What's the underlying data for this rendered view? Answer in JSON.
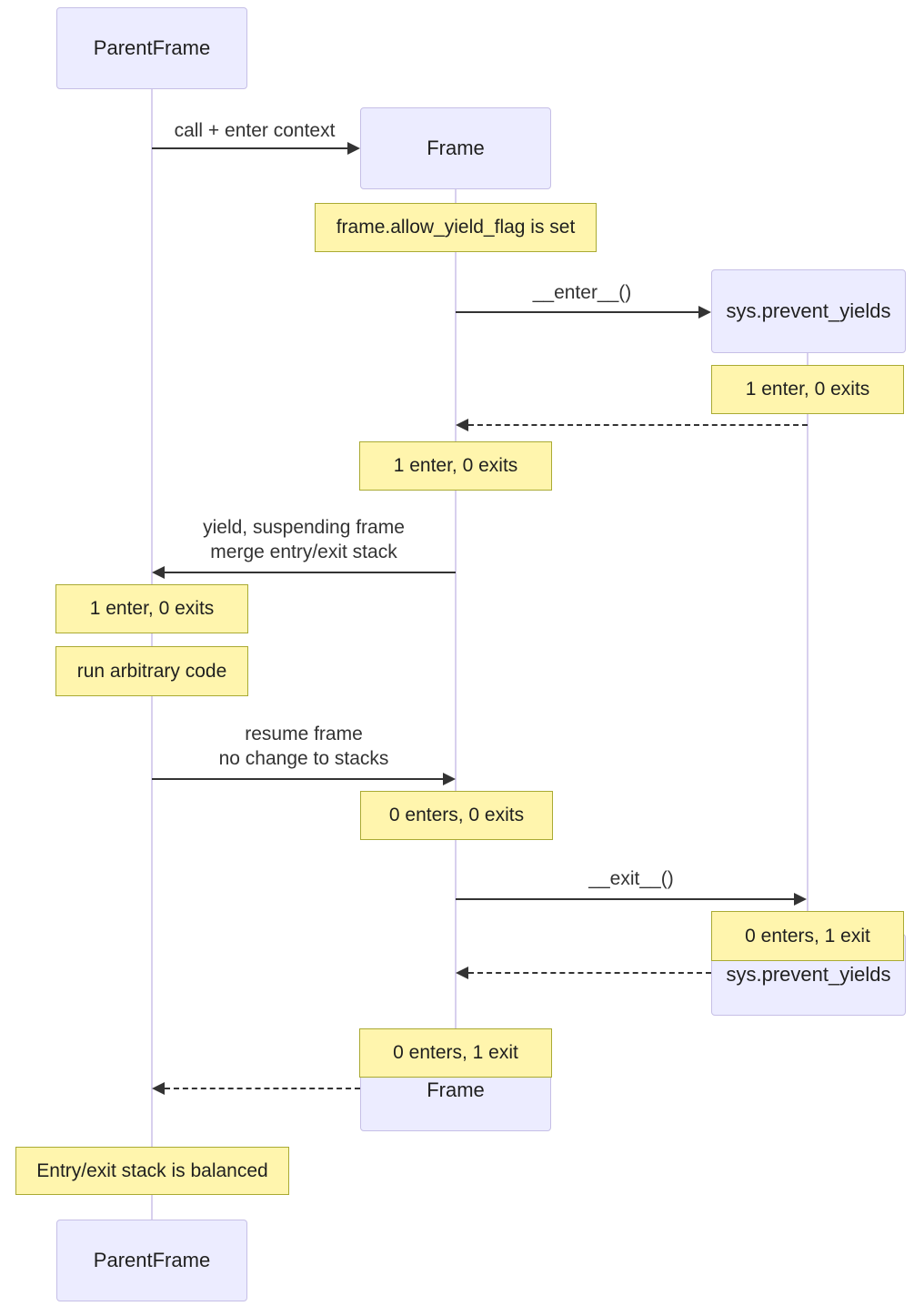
{
  "diagram_type": "sequence-diagram",
  "colors": {
    "actor_fill": "#ECECFF",
    "actor_border": "#c6bfe6",
    "note_fill": "#fff5ad",
    "note_border": "#aaaa33",
    "message_line": "#333333",
    "lifeline": "#d8d0ee",
    "background": "#ffffff"
  },
  "participants": {
    "parentframe": {
      "label": "ParentFrame"
    },
    "frame": {
      "label": "Frame"
    },
    "sys": {
      "label": "sys.prevent_yields"
    }
  },
  "messages": {
    "call_enter": {
      "label": "call + enter context",
      "type": "solid",
      "from": "ParentFrame",
      "to": "Frame"
    },
    "enter": {
      "label": "__enter__()",
      "type": "solid",
      "from": "Frame",
      "to": "sys.prevent_yields"
    },
    "enter_return": {
      "label": "",
      "type": "dashed",
      "from": "sys.prevent_yields",
      "to": "Frame"
    },
    "yield": {
      "line1": "yield, suspending frame",
      "line2": "merge entry/exit stack",
      "type": "solid",
      "from": "Frame",
      "to": "ParentFrame"
    },
    "resume": {
      "line1": "resume frame",
      "line2": "no change to stacks",
      "type": "solid",
      "from": "ParentFrame",
      "to": "Frame"
    },
    "exit": {
      "label": "__exit__()",
      "type": "solid",
      "from": "Frame",
      "to": "sys.prevent_yields"
    },
    "exit_return": {
      "label": "",
      "type": "dashed",
      "from": "sys.prevent_yields",
      "to": "Frame"
    },
    "frame_return": {
      "label": "",
      "type": "dashed",
      "from": "Frame",
      "to": "ParentFrame"
    }
  },
  "notes": {
    "allow_flag": "frame.allow_yield_flag is set",
    "sys_after_enter": "1 enter, 0 exits",
    "frame_after_enter": "1 enter, 0 exits",
    "parent_after_yield": "1 enter, 0 exits",
    "run_code": "run arbitrary code",
    "frame_after_resume": "0 enters, 0 exits",
    "sys_after_exit": "0 enters, 1 exit",
    "frame_after_exit": "0 enters, 1 exit",
    "balanced": "Entry/exit stack is balanced"
  }
}
